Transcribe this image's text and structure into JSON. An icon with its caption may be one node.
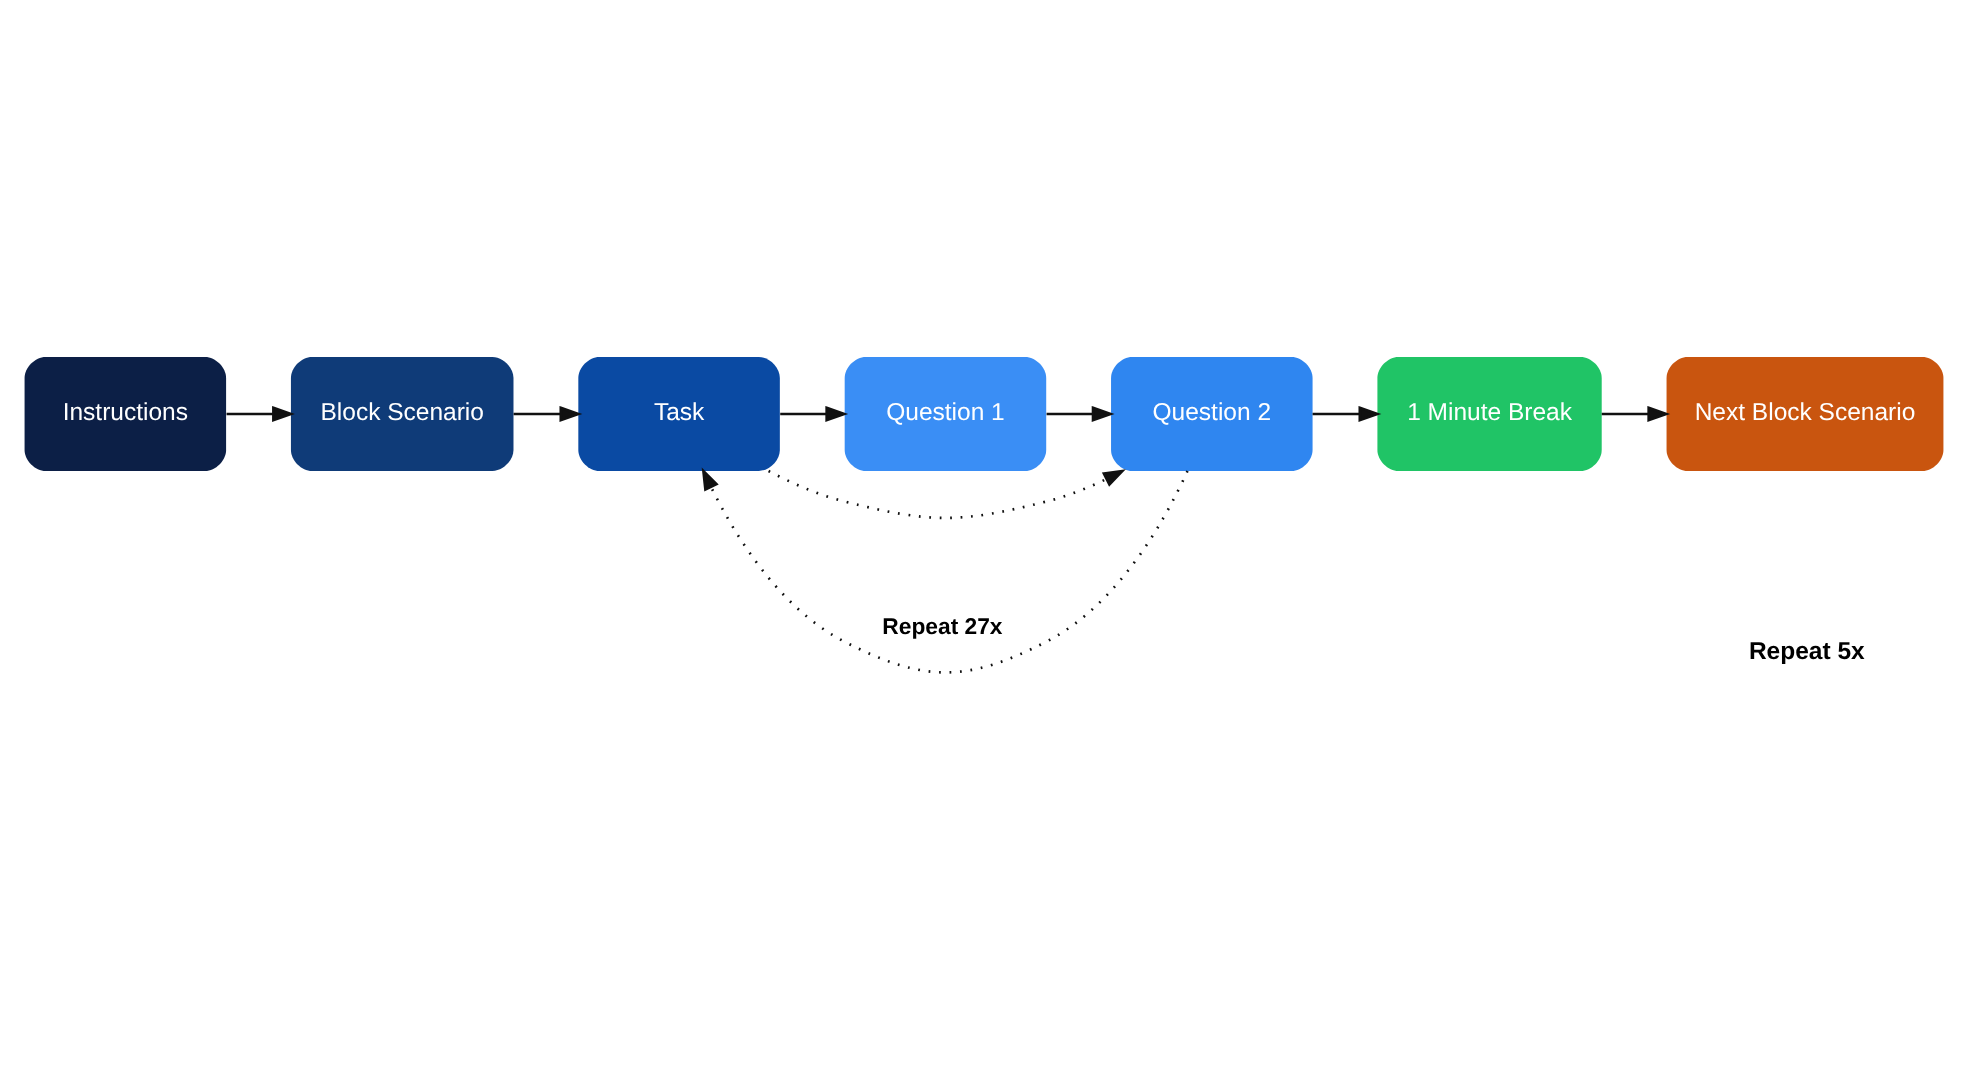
{
  "diagram": {
    "nodes": [
      {
        "text": [
          "Instructions"
        ]
      },
      {
        "text": [
          "Block Scenario"
        ]
      },
      {
        "text": [
          "Task"
        ]
      },
      {
        "text": [
          "Question 1"
        ]
      },
      {
        "text": [
          "Question 2"
        ]
      },
      {
        "text": [
          "1 Minute Break"
        ]
      },
      {
        "text": [
          "Next Block Scenario"
        ]
      }
    ],
    "edges": [
      {
        "from": 0,
        "to": 1,
        "arrow": "to"
      },
      {
        "from": 1,
        "to": 2,
        "arrow": "to"
      },
      {
        "from": 2,
        "to": 3,
        "arrow": "to"
      },
      {
        "from": 3,
        "to": 4,
        "arrow": "to"
      },
      {
        "from": 4,
        "to": 5,
        "arrow": "to"
      },
      {
        "from": 5,
        "to": 6,
        "arrow": "to"
      },
      {
        "from": 4,
        "to": 2,
        "arrow": "to",
        "style": "dashed",
        "label": "Repeat 27x"
      },
      {
        "from": 2,
        "to": 4,
        "arrow": "to",
        "style": "dashed"
      }
    ],
    "labels": [
      "Repeat 5x"
    ]
  }
}
